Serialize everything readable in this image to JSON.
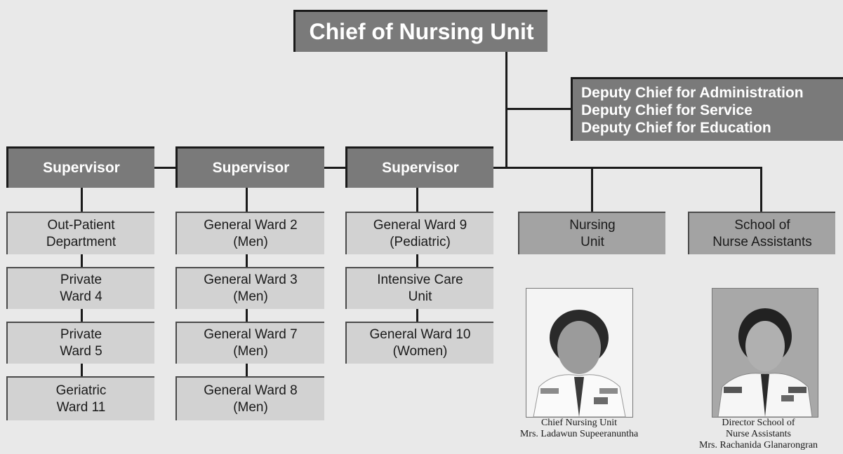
{
  "chief": {
    "title": "Chief of Nursing Unit"
  },
  "deputies": [
    "Deputy Chief for Administration",
    "Deputy Chief for Service",
    "Deputy Chief for Education"
  ],
  "supervisors": [
    "Supervisor",
    "Supervisor",
    "Supervisor"
  ],
  "column1": [
    {
      "l1": "Out-Patient",
      "l2": "Department"
    },
    {
      "l1": "Private",
      "l2": "Ward 4"
    },
    {
      "l1": "Private",
      "l2": "Ward 5"
    },
    {
      "l1": "Geriatric",
      "l2": "Ward 11"
    }
  ],
  "column2": [
    {
      "l1": "General Ward 2",
      "l2": "(Men)"
    },
    {
      "l1": "General Ward 3",
      "l2": "(Men)"
    },
    {
      "l1": "General Ward 7",
      "l2": "(Men)"
    },
    {
      "l1": "General Ward 8",
      "l2": "(Men)"
    }
  ],
  "column3": [
    {
      "l1": "General Ward 9",
      "l2": "(Pediatric)"
    },
    {
      "l1": "Intensive Care",
      "l2": "Unit"
    },
    {
      "l1": "General Ward 10",
      "l2": "(Women)"
    }
  ],
  "nursing_unit": {
    "l1": "Nursing",
    "l2": "Unit"
  },
  "school": {
    "l1": "School of",
    "l2": "Nurse Assistants"
  },
  "photo1": {
    "caption1": "Chief Nursing Unit",
    "caption2": "Mrs. Ladawun Supeeranuntha"
  },
  "photo2": {
    "caption1": "Director School of",
    "caption2": "Nurse Assistants",
    "caption3": "Mrs. Rachanida Glanarongran"
  },
  "colors": {
    "background": "#e9e9e9",
    "dark_box": "#7a7a7a",
    "mid_box": "#a3a3a3",
    "light_box": "#d2d2d2",
    "line": "#1a1a1a"
  }
}
